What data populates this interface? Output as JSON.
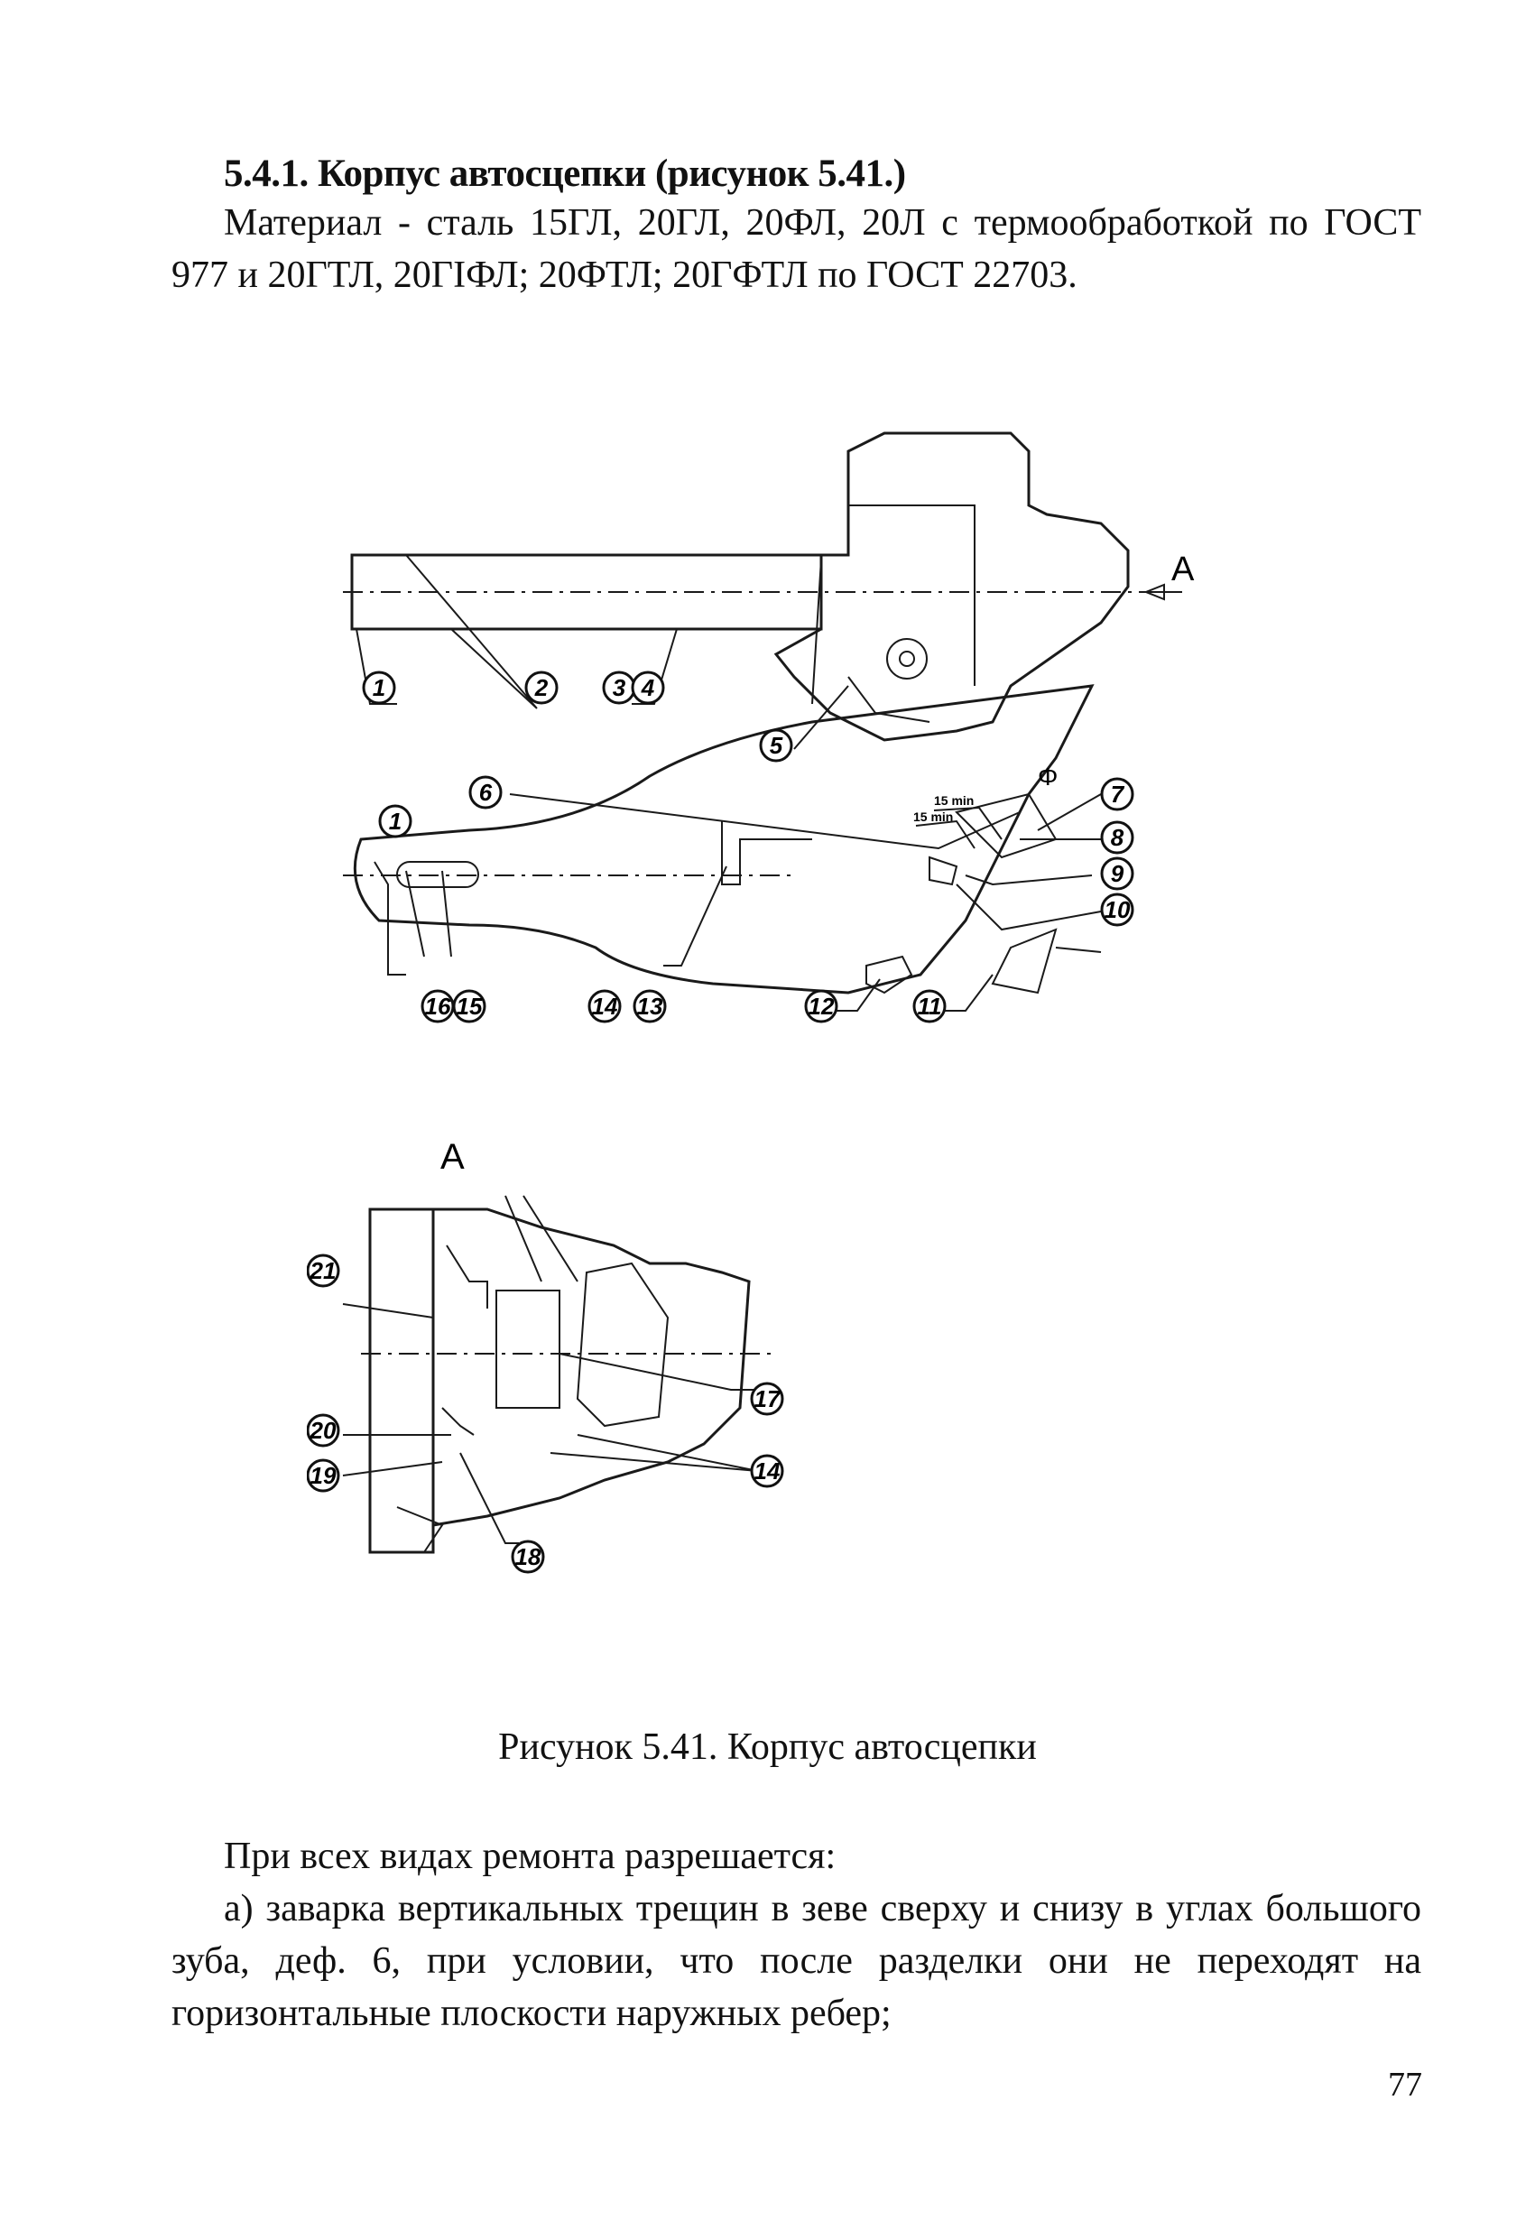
{
  "section": {
    "title": "5.4.1. Корпус автосцепки (рисунок 5.41.)",
    "material": "Материал - сталь 15ГЛ, 20ГЛ, 20ФЛ, 20Л с термообработкой по ГОСТ 977 и 20ГТЛ, 20ГІФЛ; 20ФТЛ; 20ГФТЛ по ГОСТ 22703."
  },
  "figure": {
    "view_label": "A",
    "dim_label_1": "15 min",
    "dim_label_2": "15 min",
    "callouts": [
      "1",
      "2",
      "3",
      "4",
      "5",
      "6",
      "7",
      "8",
      "9",
      "10",
      "11",
      "12",
      "13",
      "14",
      "15",
      "16",
      "17",
      "18",
      "19",
      "20",
      "21"
    ],
    "caption": "Рисунок 5.41. Корпус автосцепки"
  },
  "body": {
    "lead": "При всех видах ремонта разрешается:",
    "item_a": "а) заварка вертикальных трещин в зеве сверху и снизу в углах большого зуба, деф. 6, при условии, что после разделки они не переходят на горизонтальные плоскости наружных ребер;"
  },
  "page_number": "77"
}
